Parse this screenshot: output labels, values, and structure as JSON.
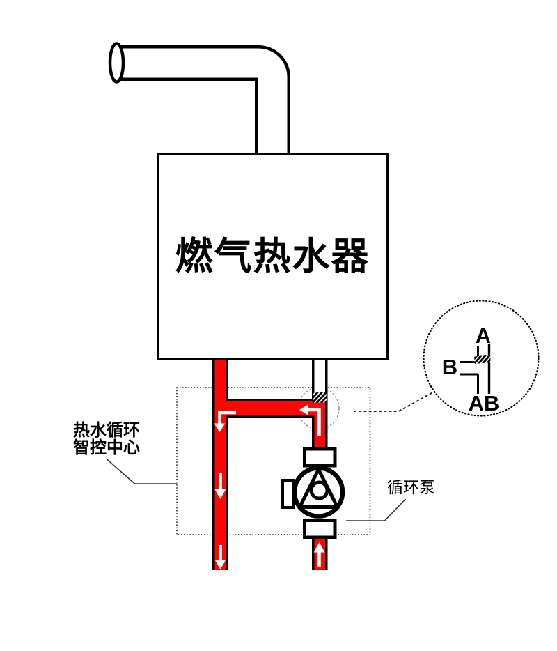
{
  "heater": {
    "label": "燃气热水器"
  },
  "control_center": {
    "label_line1": "热水循环",
    "label_line2": "智控中心"
  },
  "pump": {
    "label": "循环泵"
  },
  "valve_detail": {
    "port_top": "A",
    "port_left": "B",
    "port_bottom": "AB"
  },
  "colors": {
    "hot_water_red": "#f90805",
    "outline_black": "#000000",
    "highlight_gray": "#8a8a8a",
    "pipe_white": "#ffffff"
  }
}
